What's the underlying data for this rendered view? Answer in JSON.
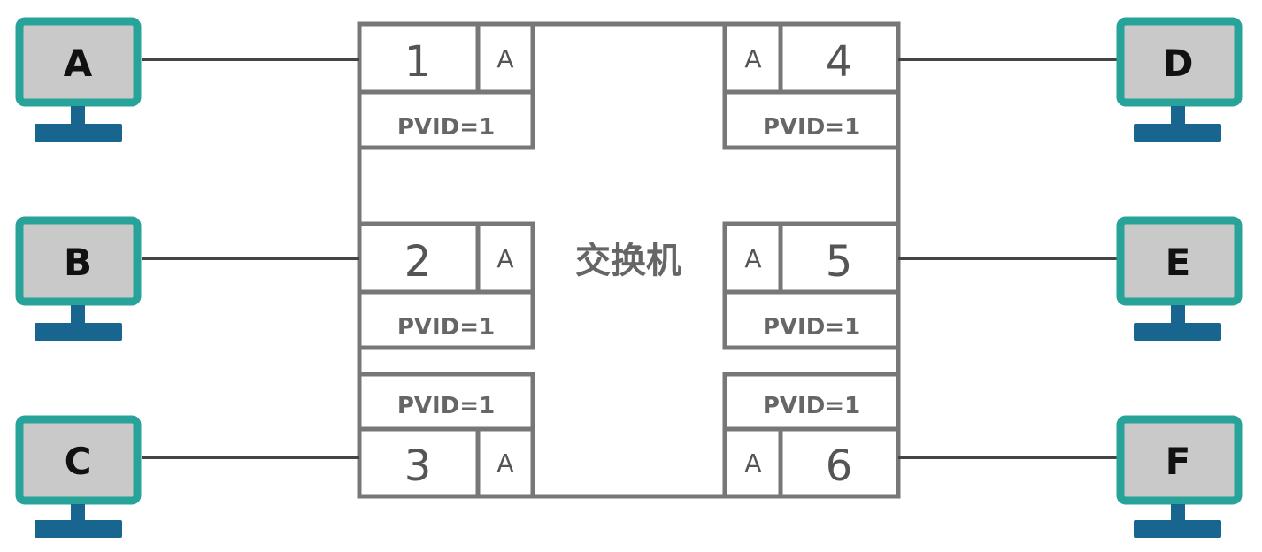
{
  "switch": {
    "label": "交换机"
  },
  "hosts": [
    {
      "label": "A"
    },
    {
      "label": "B"
    },
    {
      "label": "C"
    },
    {
      "label": "D"
    },
    {
      "label": "E"
    },
    {
      "label": "F"
    }
  ],
  "ports": [
    {
      "number": "1",
      "vlan": "A",
      "pvid": "PVID=1"
    },
    {
      "number": "2",
      "vlan": "A",
      "pvid": "PVID=1"
    },
    {
      "number": "3",
      "vlan": "A",
      "pvid": "PVID=1"
    },
    {
      "number": "4",
      "vlan": "A",
      "pvid": "PVID=1"
    },
    {
      "number": "5",
      "vlan": "A",
      "pvid": "PVID=1"
    },
    {
      "number": "6",
      "vlan": "A",
      "pvid": "PVID=1"
    }
  ],
  "colors": {
    "monitor_frame": "#27a39a",
    "monitor_screen": "#c9c9c9",
    "monitor_stand": "#18658f",
    "switch_line": "#777777",
    "link_line": "#444444"
  }
}
